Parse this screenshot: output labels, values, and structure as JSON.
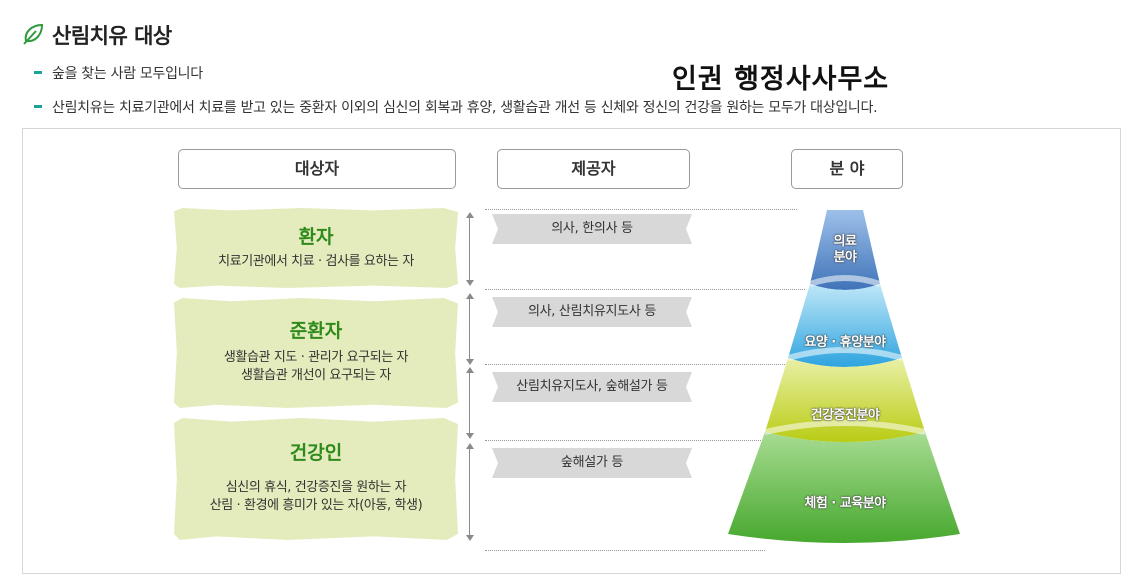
{
  "title": "산림치유 대상",
  "watermark": "인권 행정사사무소",
  "bullets": [
    "숲을 찾는 사람 모두입니다",
    "산림치유는 치료기관에서 치료를 받고 있는 중환자 이외의 심신의 회복과 휴양, 생활습관 개선 등 신체와 정신의 건강을 원하는 모두가 대상입니다."
  ],
  "headers": {
    "target": "대상자",
    "provider": "제공자",
    "field": "분 야"
  },
  "targets": [
    {
      "title": "환자",
      "desc": [
        "치료기관에서 치료 · 검사를 요하는 자"
      ]
    },
    {
      "title": "준환자",
      "desc": [
        "생활습관 지도 · 관리가 요구되는 자",
        "생활습관 개선이 요구되는 자"
      ]
    },
    {
      "title": "건강인",
      "desc": [
        "심신의 휴식, 건강증진을 원하는 자",
        "산림 · 환경에 흥미가 있는 자(아동, 학생)"
      ]
    }
  ],
  "providers": [
    "의사, 한의사 등",
    "의사, 산림치유지도사 등",
    "산림치유지도사, 숲해설가 등",
    "숲해설가 등"
  ],
  "fields": [
    {
      "label_line1": "의료",
      "label_line2": "분야",
      "color": "#4f86c9"
    },
    {
      "label": "요양 · 휴양분야",
      "color": "#52b9e6"
    },
    {
      "label": "건강증진분야",
      "color": "#c7d82c"
    },
    {
      "label": "체험 · 교육분야",
      "color": "#69be4d"
    }
  ],
  "colors": {
    "accent_green": "#2f8a1c",
    "bullet_teal": "#1aa39a",
    "target_bg": "#e4ecbd",
    "provider_bg": "#d8d8d8"
  }
}
